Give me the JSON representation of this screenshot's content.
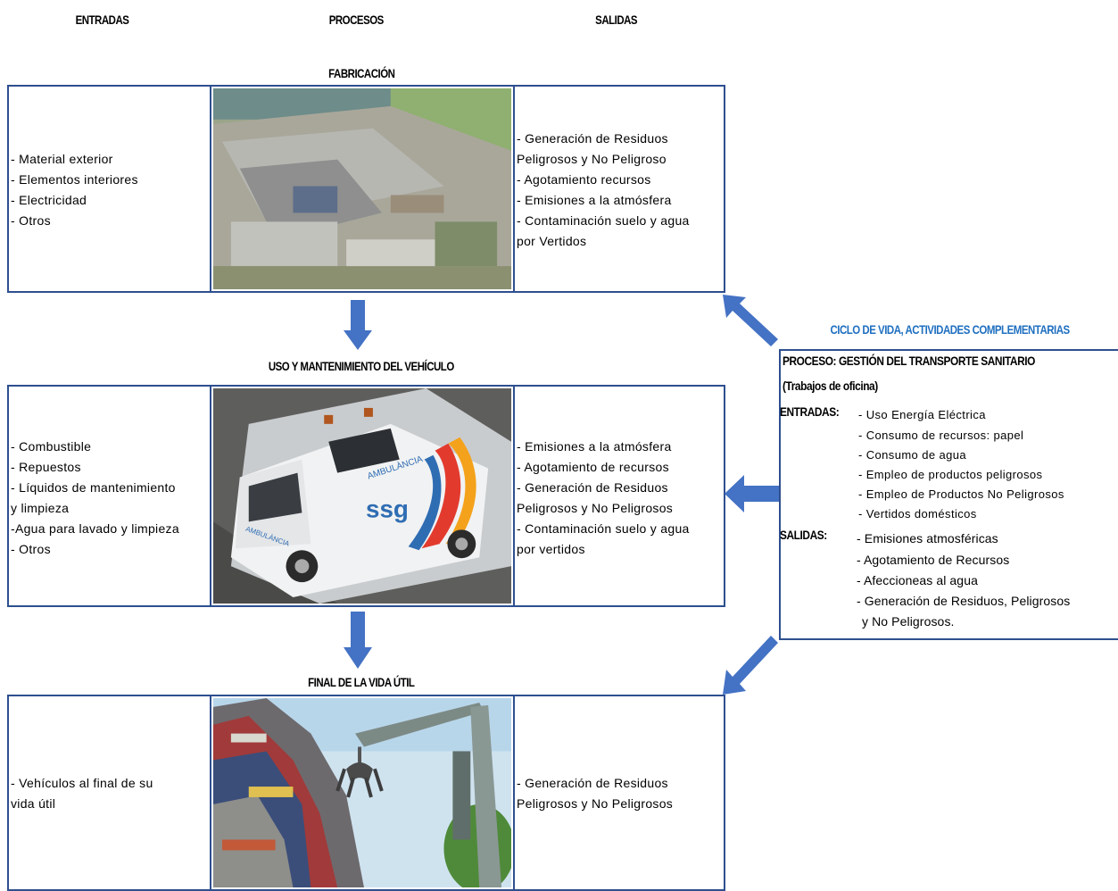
{
  "headers": {
    "entradas": "ENTRADAS",
    "procesos": "PROCESOS",
    "salidas": "SALIDAS"
  },
  "sections": [
    {
      "title": "FABRICACIÓN",
      "image": "factory-aerial-photo",
      "inputs": [
        "- Material exterior",
        "- Elementos interiores",
        "- Electricidad",
        "- Otros"
      ],
      "outputs": [
        "- Generación de Residuos",
        "Peligrosos y No Peligroso",
        "- Agotamiento recursos",
        "- Emisiones a la atmósfera",
        "- Contaminación suelo y agua",
        "por Vertidos"
      ]
    },
    {
      "title": "USO Y MANTENIMIENTO DEL VEHÍCULO",
      "image": "ambulance-van-photo",
      "image_texts": {
        "brand": "ssg",
        "side": "AMBULÀNCIA",
        "hood": "AMBULÀNCIA"
      },
      "inputs": [
        "- Combustible",
        "- Repuestos",
        "- Líquidos de mantenimiento",
        "y limpieza",
        "-Agua para lavado y limpieza",
        "- Otros"
      ],
      "outputs": [
        "- Emisiones a la atmósfera",
        "- Agotamiento de recursos",
        "- Generación de Residuos",
        "Peligrosos y No Peligrosos",
        "- Contaminación suelo y agua",
        "por vertidos"
      ]
    },
    {
      "title": "FINAL DE LA VIDA ÚTIL",
      "image": "scrapyard-crane-photo",
      "inputs": [
        "- Vehículos al final de su",
        "vida útil"
      ],
      "outputs": [
        "- Generación de Residuos",
        "Peligrosos y No Peligrosos"
      ]
    }
  ],
  "side": {
    "title": "CICLO DE VIDA, ACTIVIDADES COMPLEMENTARIAS",
    "process": "PROCESO: GESTIÓN DEL TRANSPORTE SANITARIO",
    "subtitle": "(Trabajos de oficina)",
    "inputs_label": "ENTRADAS:",
    "inputs": [
      "- Uso Energía Eléctrica",
      "- Consumo de recursos: papel",
      "- Consumo de agua",
      "- Empleo de productos peligrosos",
      "- Empleo de Productos No Peligrosos",
      "- Vertidos domésticos"
    ],
    "outputs_label": "SALIDAS:",
    "outputs": [
      "- Emisiones atmosféricas",
      "- Agotamiento de Recursos",
      "- Afeccioneas al agua",
      "- Generación de Residuos, Peligrosos",
      "y No Peligrosos."
    ]
  },
  "colors": {
    "border": "#2e4f8f",
    "arrow": "#4472c4",
    "accent": "#1f6fc0"
  }
}
